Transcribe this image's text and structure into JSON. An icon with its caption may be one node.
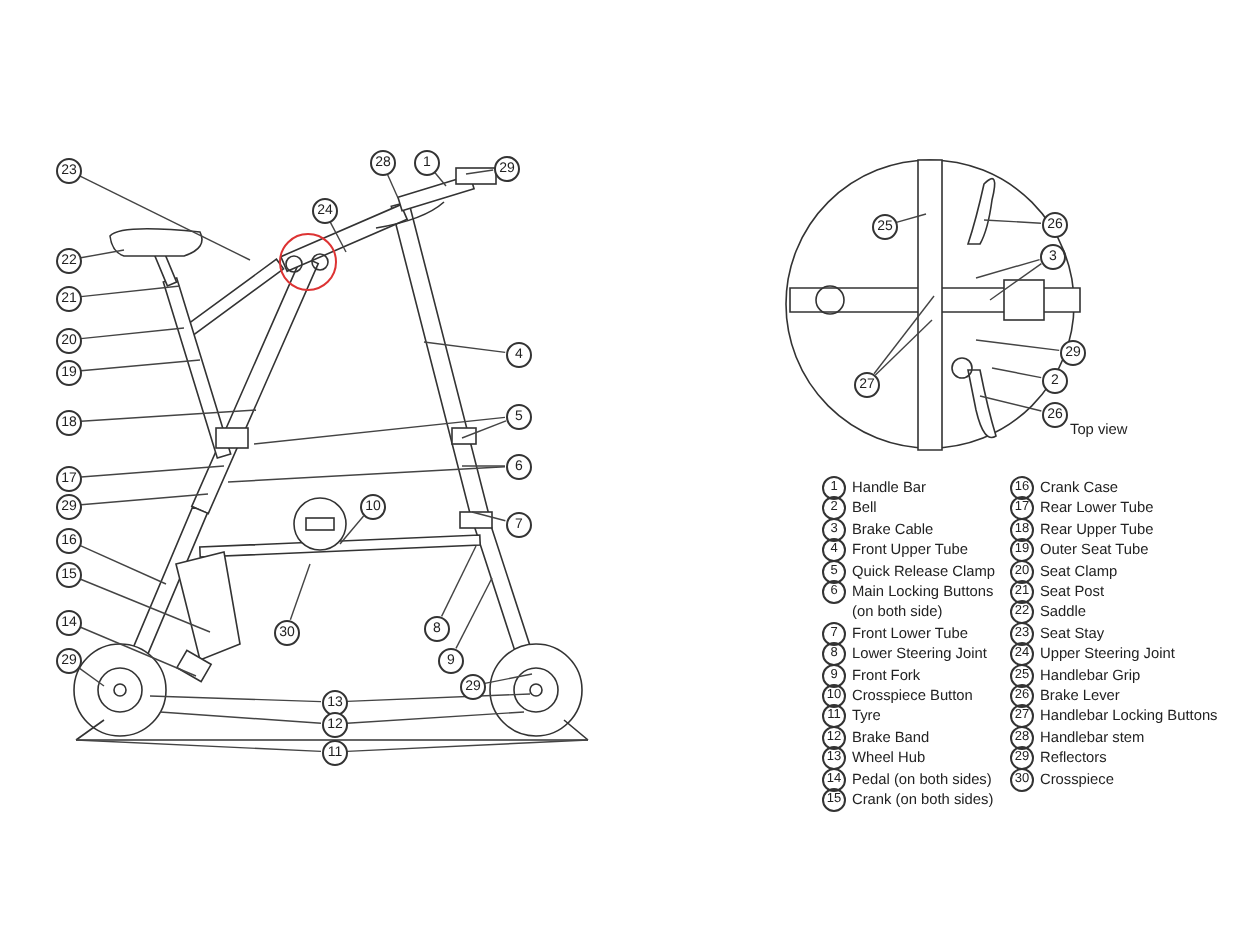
{
  "diagram": {
    "nodes": [
      {
        "text": [
          "23"
        ]
      },
      {
        "text": [
          "28"
        ]
      },
      {
        "text": [
          "1"
        ]
      },
      {
        "text": [
          "29"
        ]
      },
      {
        "text": [
          "24"
        ]
      },
      {
        "text": [
          "22"
        ]
      },
      {
        "text": [
          "21"
        ]
      },
      {
        "text": [
          "20"
        ]
      },
      {
        "text": [
          "19"
        ]
      },
      {
        "text": [
          "4"
        ]
      },
      {
        "text": [
          "18"
        ]
      },
      {
        "text": [
          "5"
        ]
      },
      {
        "text": [
          "17"
        ]
      },
      {
        "text": [
          "6"
        ]
      },
      {
        "text": [
          "29"
        ]
      },
      {
        "text": [
          "10"
        ]
      },
      {
        "text": [
          "7"
        ]
      },
      {
        "text": [
          "16"
        ]
      },
      {
        "text": [
          "15"
        ]
      },
      {
        "text": [
          "30"
        ]
      },
      {
        "text": [
          "8"
        ]
      },
      {
        "text": [
          "14"
        ]
      },
      {
        "text": [
          "9"
        ]
      },
      {
        "text": [
          "29"
        ]
      },
      {
        "text": [
          "29"
        ]
      },
      {
        "text": [
          "13"
        ]
      },
      {
        "text": [
          "12"
        ]
      },
      {
        "text": [
          "11"
        ]
      },
      {
        "text": [
          "25"
        ]
      },
      {
        "text": [
          "26"
        ]
      },
      {
        "text": [
          "3"
        ]
      },
      {
        "text": [
          "27"
        ]
      },
      {
        "text": [
          "29"
        ]
      },
      {
        "text": [
          "2"
        ]
      },
      {
        "text": [
          "26"
        ]
      }
    ],
    "edges": [
      {
        "from": 0,
        "to": null,
        "arrow": "none"
      },
      {
        "from": 1,
        "to": null,
        "arrow": "none"
      },
      {
        "from": 2,
        "to": null,
        "arrow": "none"
      },
      {
        "from": 3,
        "to": null,
        "arrow": "none"
      },
      {
        "from": 4,
        "to": null,
        "arrow": "none"
      },
      {
        "from": 5,
        "to": null,
        "arrow": "none"
      },
      {
        "from": 6,
        "to": null,
        "arrow": "none"
      },
      {
        "from": 7,
        "to": null,
        "arrow": "none"
      },
      {
        "from": 8,
        "to": null,
        "arrow": "none"
      },
      {
        "from": 9,
        "to": null,
        "arrow": "none"
      },
      {
        "from": 10,
        "to": null,
        "arrow": "none"
      },
      {
        "from": 11,
        "to": null,
        "arrow": "none"
      },
      {
        "from": 11,
        "to": null,
        "arrow": "none"
      },
      {
        "from": 12,
        "to": null,
        "arrow": "none"
      },
      {
        "from": 13,
        "to": null,
        "arrow": "none"
      },
      {
        "from": 13,
        "to": null,
        "arrow": "none"
      },
      {
        "from": 14,
        "to": null,
        "arrow": "none"
      },
      {
        "from": 15,
        "to": null,
        "arrow": "none"
      },
      {
        "from": 16,
        "to": null,
        "arrow": "none"
      },
      {
        "from": 17,
        "to": null,
        "arrow": "none"
      },
      {
        "from": 18,
        "to": null,
        "arrow": "none"
      },
      {
        "from": 19,
        "to": null,
        "arrow": "none"
      },
      {
        "from": 20,
        "to": null,
        "arrow": "none"
      },
      {
        "from": 21,
        "to": null,
        "arrow": "none"
      },
      {
        "from": 22,
        "to": null,
        "arrow": "none"
      },
      {
        "from": 23,
        "to": null,
        "arrow": "none"
      },
      {
        "from": 24,
        "to": null,
        "arrow": "none"
      },
      {
        "from": 25,
        "to": null,
        "arrow": "none"
      },
      {
        "from": 25,
        "to": null,
        "arrow": "none"
      },
      {
        "from": 26,
        "to": null,
        "arrow": "none"
      },
      {
        "from": 26,
        "to": null,
        "arrow": "none"
      },
      {
        "from": 27,
        "to": null,
        "arrow": "none"
      },
      {
        "from": 27,
        "to": null,
        "arrow": "none"
      },
      {
        "from": 28,
        "to": null,
        "arrow": "none"
      },
      {
        "from": 29,
        "to": null,
        "arrow": "none"
      },
      {
        "from": 30,
        "to": null,
        "arrow": "none"
      },
      {
        "from": 30,
        "to": null,
        "arrow": "none"
      },
      {
        "from": 31,
        "to": null,
        "arrow": "none"
      },
      {
        "from": 31,
        "to": null,
        "arrow": "none"
      },
      {
        "from": 32,
        "to": null,
        "arrow": "none"
      },
      {
        "from": 33,
        "to": null,
        "arrow": "none"
      },
      {
        "from": 34,
        "to": null,
        "arrow": "none"
      }
    ],
    "labels": [
      "1",
      "Handle Bar",
      "2",
      "Bell",
      "3",
      "Brake Cable",
      "4",
      "Front Upper Tube",
      "5",
      "Quick Release Clamp",
      "6",
      "Main Locking Buttons (on both side)",
      "7",
      "Front Lower Tube",
      "8",
      "Lower Steering Joint",
      "9",
      "Front Fork",
      "10",
      "Crosspiece Button",
      "11",
      "Tyre",
      "12",
      "Brake Band",
      "13",
      "Wheel Hub",
      "14",
      "Pedal (on both sides)",
      "15",
      "Crank (on both sides)",
      "16",
      "Crank Case",
      "17",
      "Rear Lower Tube",
      "18",
      "Rear Upper Tube",
      "19",
      "Outer Seat Tube",
      "20",
      "Seat Clamp",
      "21",
      "Seat Post",
      "22",
      "Saddle",
      "23",
      "Seat Stay",
      "24",
      "Upper Steering Joint",
      "25",
      "Handlebar Grip",
      "26",
      "Brake Lever",
      "27",
      "Handlebar Locking Buttons",
      "28",
      "Handlebar stem",
      "29",
      "Reflectors",
      "30",
      "Crosspiece",
      "Top view"
    ]
  }
}
